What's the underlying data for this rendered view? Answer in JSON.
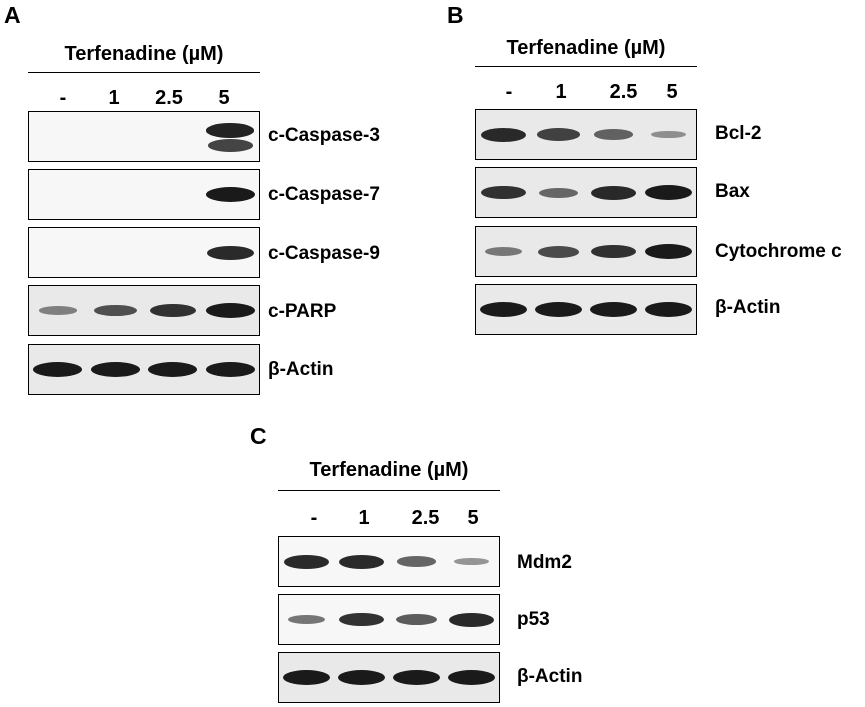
{
  "panels": [
    {
      "id": "A",
      "label": "A",
      "treatment": "Terfenadine (µM)",
      "lanes": [
        "-",
        "1",
        "2.5",
        "5"
      ],
      "blots": [
        {
          "name": "c-Caspase-3",
          "gray": false,
          "bands": [
            [
              0,
              0,
              0,
              0.95
            ],
            [
              0,
              0,
              0,
              0.75
            ]
          ]
        },
        {
          "name": "c-Caspase-7",
          "gray": false,
          "bands": [
            [
              0,
              0,
              0,
              1.0
            ]
          ]
        },
        {
          "name": "c-Caspase-9",
          "gray": false,
          "bands": [
            [
              0,
              0,
              0,
              0.9
            ]
          ]
        },
        {
          "name": "c-PARP",
          "gray": true,
          "bands": [
            [
              0.35,
              0.65,
              0.85,
              1.0
            ]
          ]
        },
        {
          "name": "β-Actin",
          "gray": true,
          "bands": [
            [
              1.0,
              1.0,
              1.0,
              1.0
            ]
          ]
        }
      ]
    },
    {
      "id": "B",
      "label": "B",
      "treatment": "Terfenadine (µM)",
      "lanes": [
        "-",
        "1",
        "2.5",
        "5"
      ],
      "blots": [
        {
          "name": "Bcl-2",
          "gray": true,
          "bands": [
            [
              0.9,
              0.75,
              0.55,
              0.25
            ]
          ]
        },
        {
          "name": "Bax",
          "gray": true,
          "bands": [
            [
              0.85,
              0.5,
              0.9,
              1.0
            ]
          ]
        },
        {
          "name": "Cytochrome c",
          "gray": true,
          "bands": [
            [
              0.4,
              0.7,
              0.85,
              1.0
            ]
          ]
        },
        {
          "name": "β-Actin",
          "gray": true,
          "bands": [
            [
              1.0,
              1.0,
              1.0,
              1.0
            ]
          ]
        }
      ]
    },
    {
      "id": "C",
      "label": "C",
      "treatment": "Terfenadine (µM)",
      "lanes": [
        "-",
        "1",
        "2.5",
        "5"
      ],
      "blots": [
        {
          "name": "Mdm2",
          "gray": false,
          "bands": [
            [
              0.9,
              0.9,
              0.55,
              0.25
            ]
          ]
        },
        {
          "name": "p53",
          "gray": false,
          "bands": [
            [
              0.45,
              0.85,
              0.6,
              0.9
            ]
          ]
        },
        {
          "name": "β-Actin",
          "gray": true,
          "bands": [
            [
              1.0,
              1.0,
              1.0,
              1.0
            ]
          ]
        }
      ]
    }
  ]
}
